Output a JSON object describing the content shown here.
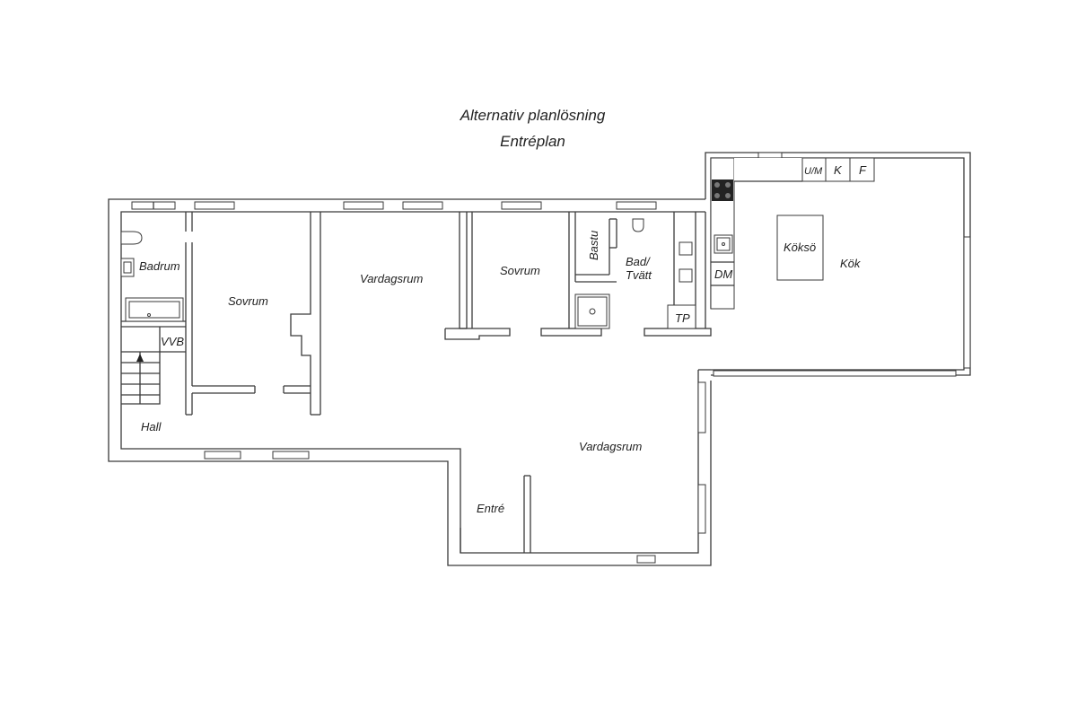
{
  "title": "Alternativ planlösning",
  "subtitle": "Entréplan",
  "rooms": {
    "badrum": "Badrum",
    "sovrum_left": "Sovrum",
    "vardagsrum_top": "Vardagsrum",
    "sovrum_mid": "Sovrum",
    "bastu": "Bastu",
    "bad_line1": "Bad/",
    "bad_line2": "Tvätt",
    "kokso": "Köksö",
    "kok": "Kök",
    "vvb": "VVB",
    "hall": "Hall",
    "vardagsrum_main": "Vardagsrum",
    "entre": "Entré"
  },
  "appliances": {
    "um": "U/M",
    "k": "K",
    "f": "F",
    "dm": "DM",
    "tp": "TP"
  }
}
